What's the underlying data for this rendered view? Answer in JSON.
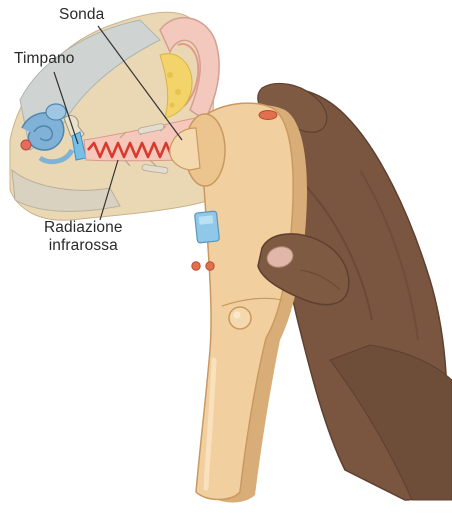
{
  "labels": {
    "probe": "Sonda",
    "eardrum": "Timpano",
    "radiation_line1": "Radiazione",
    "radiation_line2": "infrarossa"
  },
  "colors": {
    "skin": "#ead8b4",
    "ear_bone": "#cfd4d2",
    "inner_ear": "#7fb2d6",
    "fat": "#f2d46a",
    "ear_canal": "#f6c7bb",
    "radiation": "#d83a2e",
    "device_body": "#f1cf9f",
    "device_shadow": "#d9ad78",
    "screen": "#8fc8e8",
    "button": "#e0704e",
    "hand": "#7a5640",
    "hand_shadow": "#5e4030",
    "nail": "#e0b7a8",
    "leader_line": "#333333"
  },
  "icons": {
    "ear": "ear-cross-section",
    "thermometer": "ear-thermometer",
    "hand": "holding-hand"
  }
}
